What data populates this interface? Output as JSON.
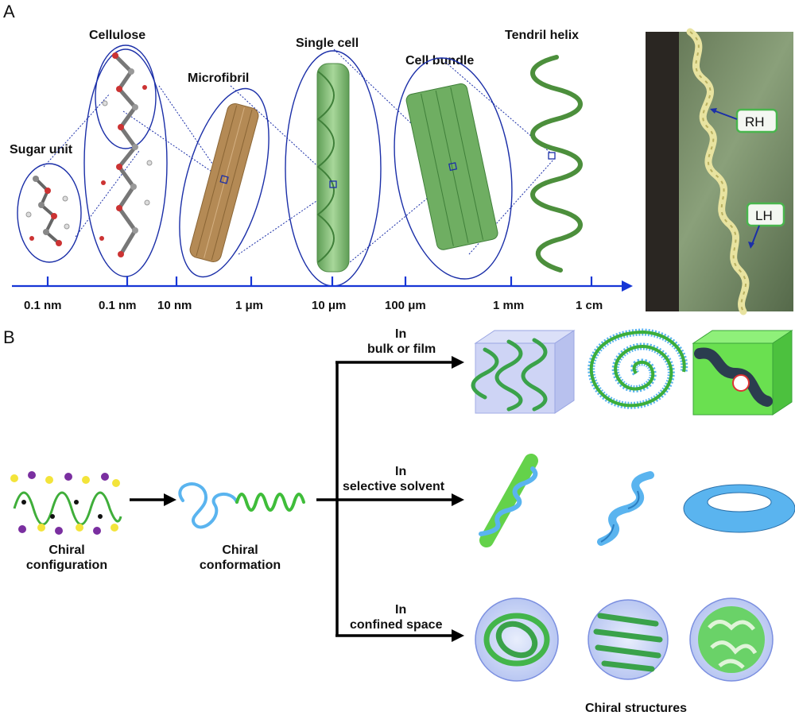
{
  "panel_a": {
    "label": "A",
    "titles": {
      "sugar_unit": "Sugar unit",
      "cellulose": "Cellulose",
      "microfibril": "Microfibril",
      "single_cell": "Single cell",
      "cell_bundle": "Cell bundle",
      "tendril_helix": "Tendril helix"
    },
    "axis_ticks": [
      "0.1 nm",
      "0.1 nm",
      "10 nm",
      "1 μm",
      "10 μm",
      "100 μm",
      "1 mm",
      "1 cm"
    ],
    "photo_labels": {
      "rh": "RH",
      "lh": "LH"
    }
  },
  "panel_b": {
    "label": "B",
    "chiral_configuration": [
      "Chiral",
      "configuration"
    ],
    "chiral_conformation": [
      "Chiral",
      "conformation"
    ],
    "branches": [
      [
        "In",
        "bulk or film"
      ],
      [
        "In",
        "selective solvent"
      ],
      [
        "In",
        "confined space"
      ]
    ],
    "footer": "Chiral structures"
  },
  "colors": {
    "axis_blue": "#1636d6",
    "ellipse_blue": "#1b2fa8",
    "helix_green": "#4caf3a",
    "solvent_blue": "#4aa8e8"
  }
}
